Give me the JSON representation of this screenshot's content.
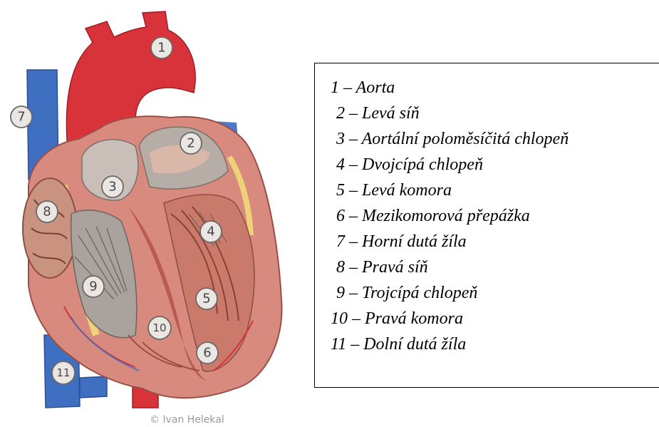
{
  "figure": {
    "credit": "© Ivan Helekal",
    "badges": [
      "1",
      "2",
      "3",
      "4",
      "5",
      "6",
      "7",
      "8",
      "9",
      "10",
      "11"
    ]
  },
  "legend": {
    "items": [
      "1 –  Aorta",
      "2 –  Levá síň",
      "3 – Aortální poloměsíčitá chlopeň",
      "4 – Dvojcípá chlopeň",
      "5 – Levá komora",
      "6 – Mezikomorová přepážka",
      "7 – Horní dutá žíla",
      "8 – Pravá síň",
      "9 – Trojcípá chlopeň",
      "10 – Pravá komora",
      "11 – Dolní dutá žíla"
    ]
  },
  "colors": {
    "aorta": "#d8323a",
    "vena_cava": "#3f6fc0",
    "muscle": "#d98a7e",
    "muscle_dark": "#b85a50",
    "chamber": "#b6aea6",
    "fat": "#f0d97a"
  }
}
